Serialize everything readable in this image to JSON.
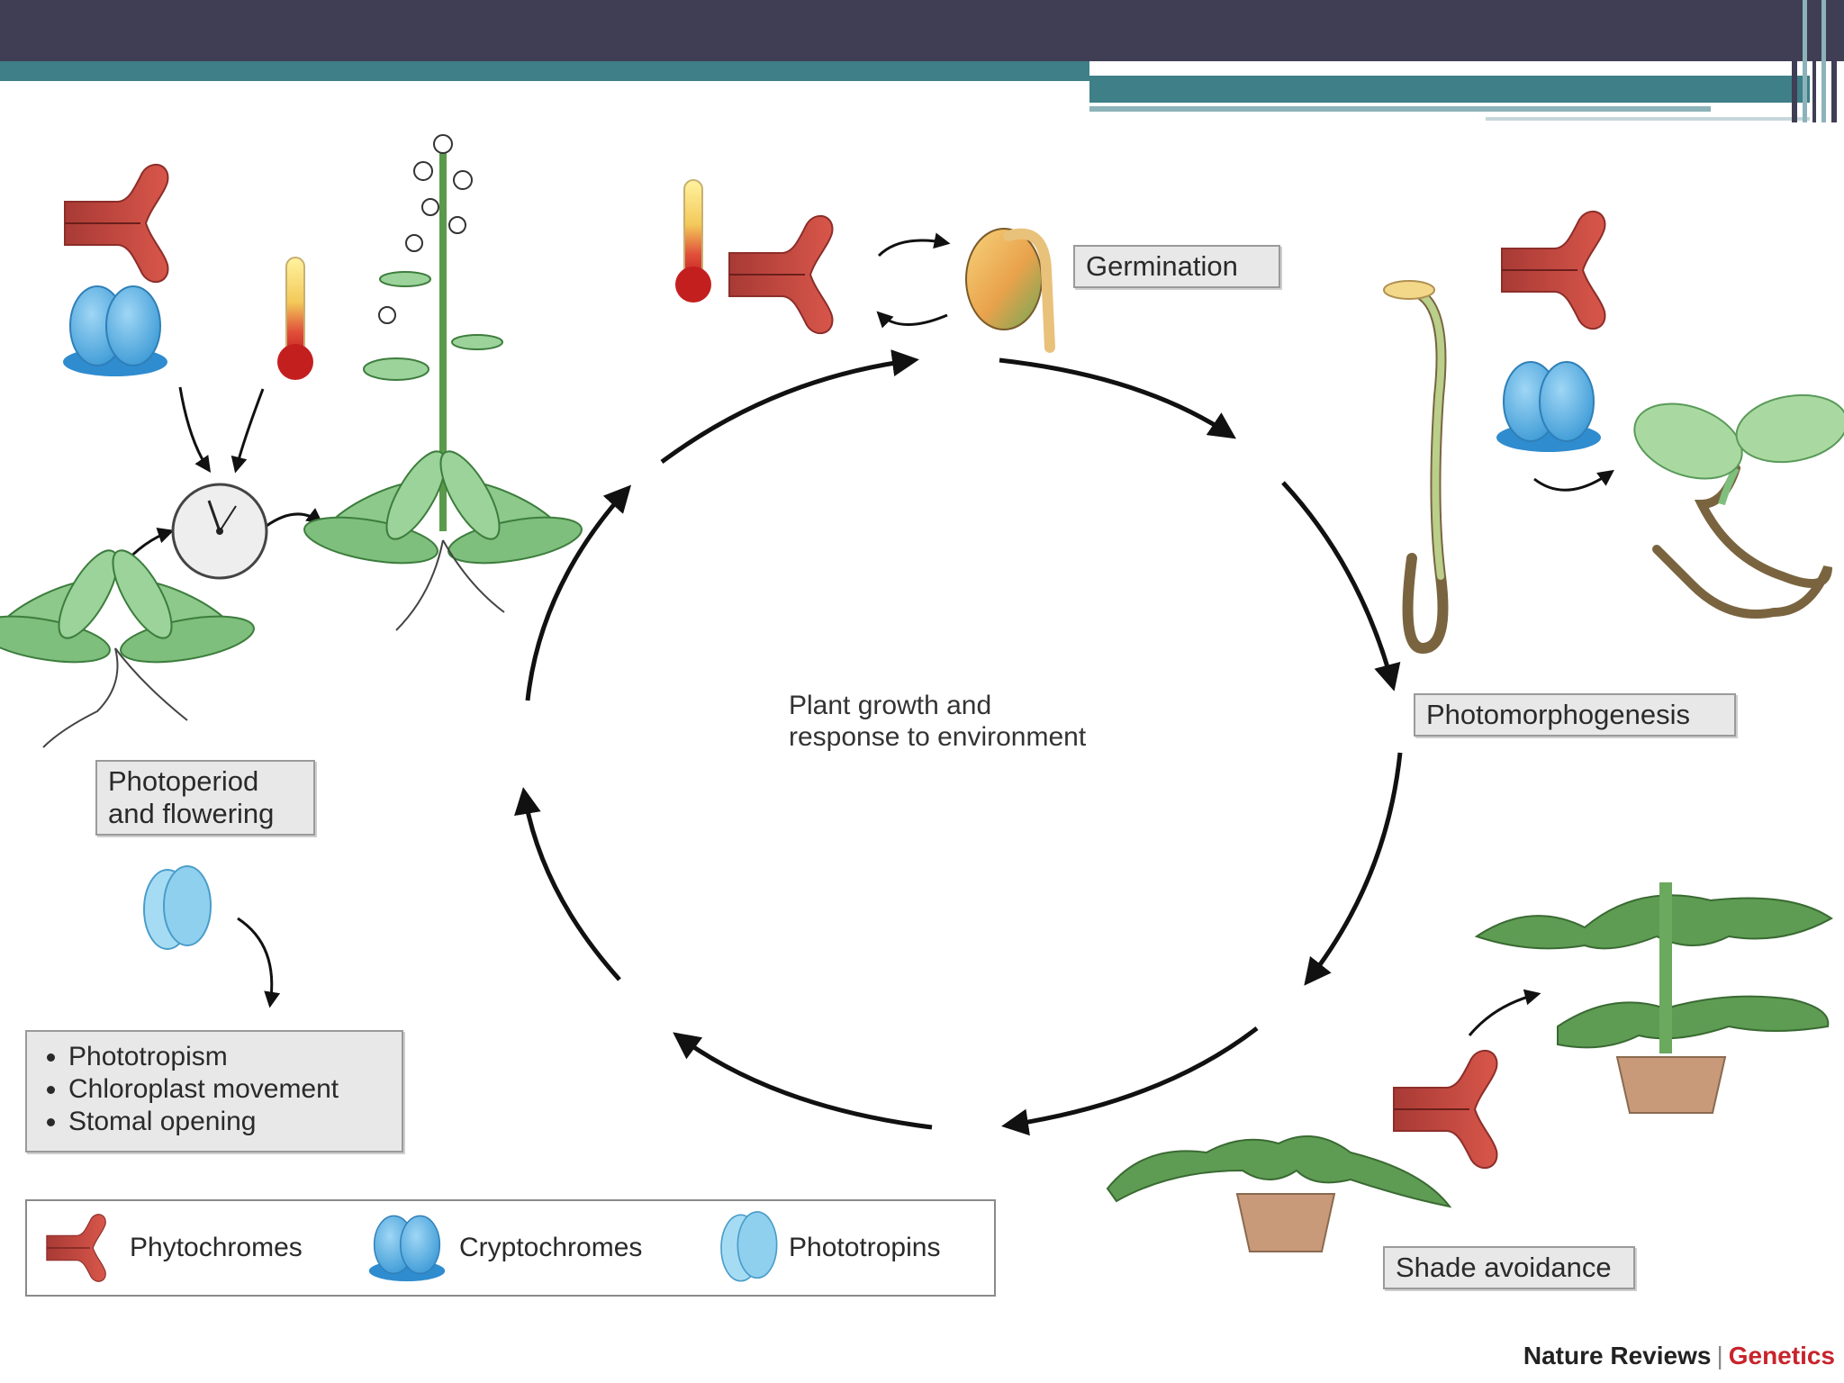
{
  "colors": {
    "header_bar": "#3f3e55",
    "accent_teal": "#3e7f88",
    "phytochrome": "#c0453d",
    "cryptochrome": "#5aaee0",
    "phototropin": "#8fd0ee",
    "leaf_green": "#6cae6c",
    "credit_red": "#c8242c"
  },
  "diagram": {
    "center_caption_line1": "Plant growth and",
    "center_caption_line2": "response to environment",
    "stages": {
      "germination": "Germination",
      "photomorphogenesis": "Photomorphogenesis",
      "shade_avoidance": "Shade avoidance",
      "photoperiod_line1": "Photoperiod",
      "photoperiod_line2": "and flowering"
    },
    "phototropin_responses": [
      "Phototropism",
      "Chloroplast movement",
      "Stomal opening"
    ]
  },
  "legend": {
    "phytochromes": "Phytochromes",
    "cryptochromes": "Cryptochromes",
    "phototropins": "Phototropins"
  },
  "credit": {
    "journal": "Nature Reviews",
    "section": "Genetics"
  }
}
